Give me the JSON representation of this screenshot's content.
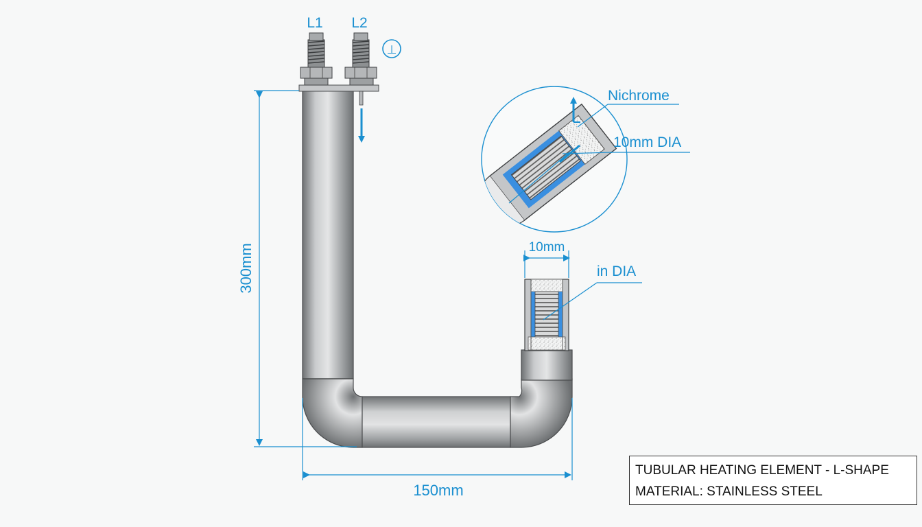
{
  "terminals": {
    "l1": "L1",
    "l2": "L2",
    "ground_symbol": "⊥"
  },
  "callouts": {
    "nichrome": "Nichrome",
    "detail_dia": "10mm DIA",
    "end_width": "10mm",
    "end_dia": "in DIA"
  },
  "dimensions": {
    "height": "300mm",
    "width": "150mm"
  },
  "title_block": {
    "line1": "TUBULAR HEATING ELEMENT - L-SHAPE",
    "line2": "MATERIAL: STAINLESS STEEL"
  },
  "colors": {
    "annotation": "#1a8fd0",
    "tube": "#a9abad",
    "insulation_blue": "#3a8fe0"
  }
}
